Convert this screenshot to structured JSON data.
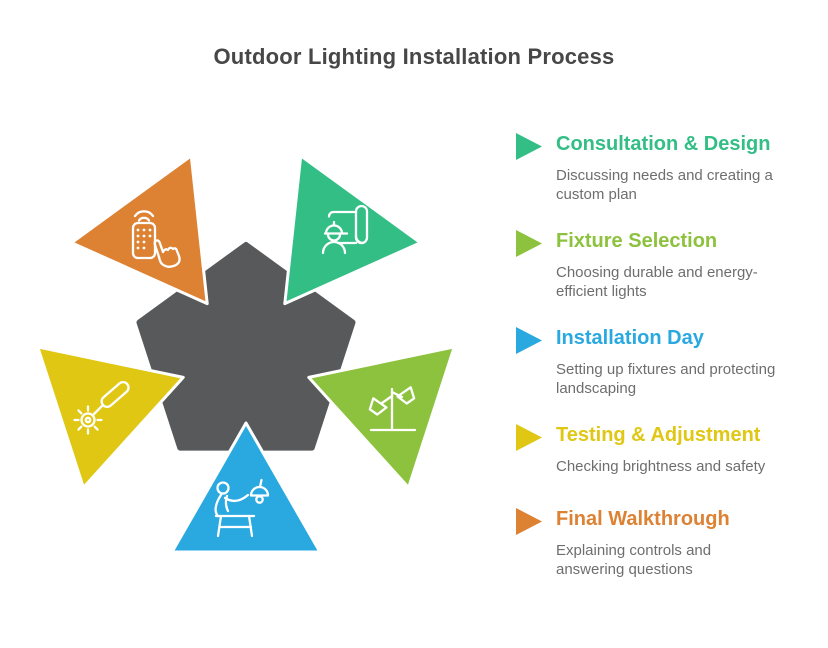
{
  "title": "Outdoor Lighting Installation Process",
  "colors": {
    "background": "#FFFFFF",
    "pentagon": "#58595B",
    "title_text": "#474747",
    "description_text": "#6E6E6E"
  },
  "steps": [
    {
      "label": "Consultation & Design",
      "description": "Discussing needs and creating a custom plan",
      "color": "#33BE85",
      "icon": "worker-blueprint-icon",
      "position": "top-right"
    },
    {
      "label": "Fixture Selection",
      "description": "Choosing durable and energy-efficient lights",
      "color": "#8CC23D",
      "icon": "double-lamp-post-icon",
      "position": "right"
    },
    {
      "label": "Installation Day",
      "description": "Setting up fixtures and protecting landscaping",
      "color": "#29A9E0",
      "icon": "person-installing-light-icon",
      "position": "bottom"
    },
    {
      "label": "Testing & Adjustment",
      "description": "Checking brightness and safety",
      "color": "#E0C713",
      "icon": "screwdriver-gear-icon",
      "position": "left"
    },
    {
      "label": "Final Walkthrough",
      "description": "Explaining controls and answering questions",
      "color": "#DD8133",
      "icon": "remote-control-hand-icon",
      "position": "top-left"
    }
  ]
}
